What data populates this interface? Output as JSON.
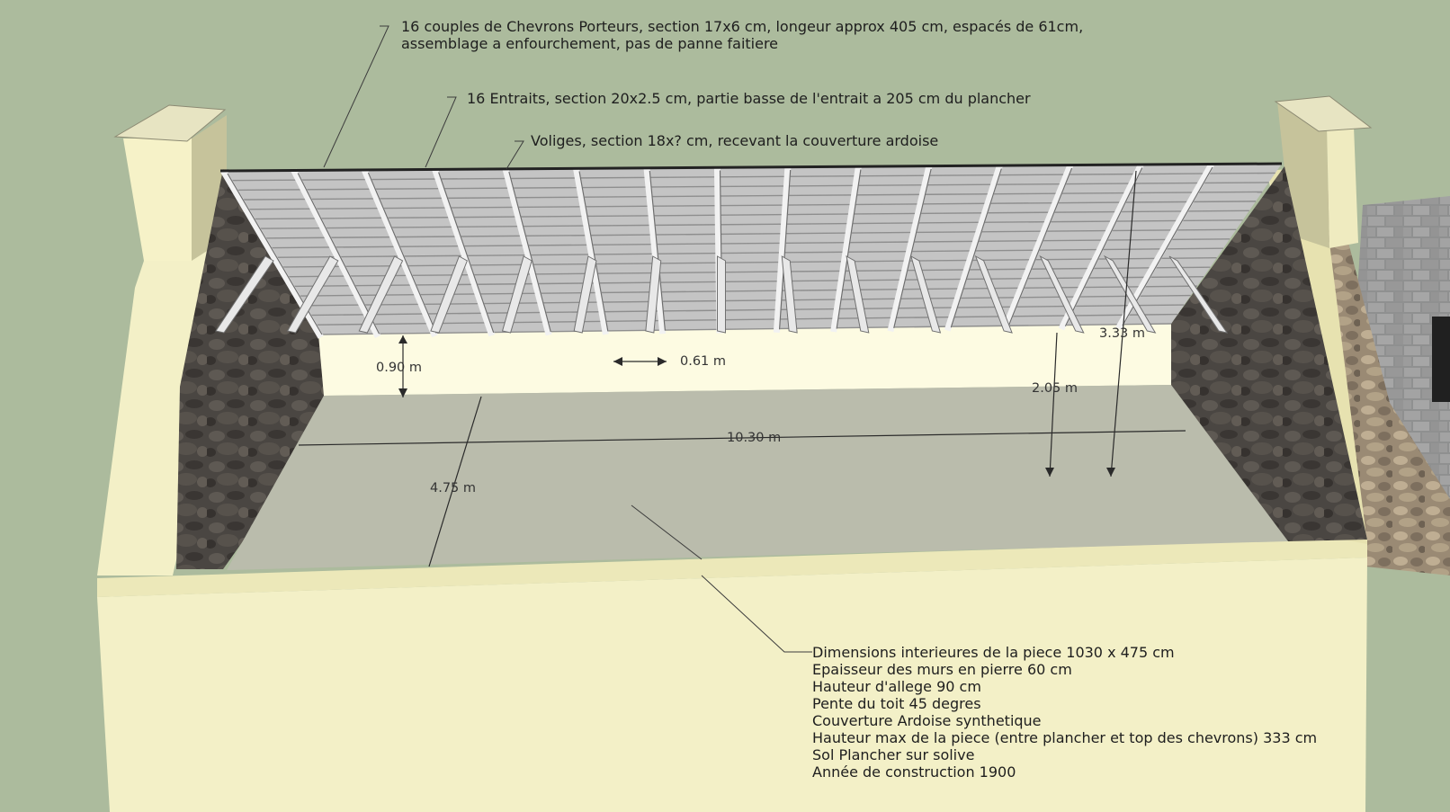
{
  "annotations": {
    "chevrons_line1": "16 couples de Chevrons Porteurs, section 17x6 cm, longeur approx 405 cm, espacés de 61cm,",
    "chevrons_line2": "assemblage a enfourchement, pas de panne faitiere",
    "entraits": "16 Entraits, section 20x2.5 cm, partie basse de l'entrait a 205 cm du plancher",
    "voliges": "Voliges, section 18x? cm, recevant la couverture ardoise"
  },
  "dimensions": {
    "allege_height": "0.90 m",
    "rafter_spacing": "0.61 m",
    "max_height": "3.33  m",
    "tie_beam_height": "2.05 m",
    "length": "10.30 m",
    "width": "4.75 m"
  },
  "specs": [
    "Dimensions interieures de la piece 1030 x 475 cm",
    "Epaisseur des murs en pierre 60 cm",
    "Hauteur d'allege 90 cm",
    "Pente du toit 45 degres",
    "Couverture Ardoise synthetique",
    "Hauteur max de la piece (entre plancher et top des chevrons) 333 cm",
    "Sol  Plancher sur solive",
    "Année de construction 1900"
  ],
  "colors": {
    "background": "#acbb9d",
    "plaster": "#f3f0c7",
    "stone": "#4c4844",
    "floor": "#babcac",
    "roof_batten": "#b9b9b9",
    "rafter": "#d2d2d2",
    "slate": "#9b9b9b"
  }
}
